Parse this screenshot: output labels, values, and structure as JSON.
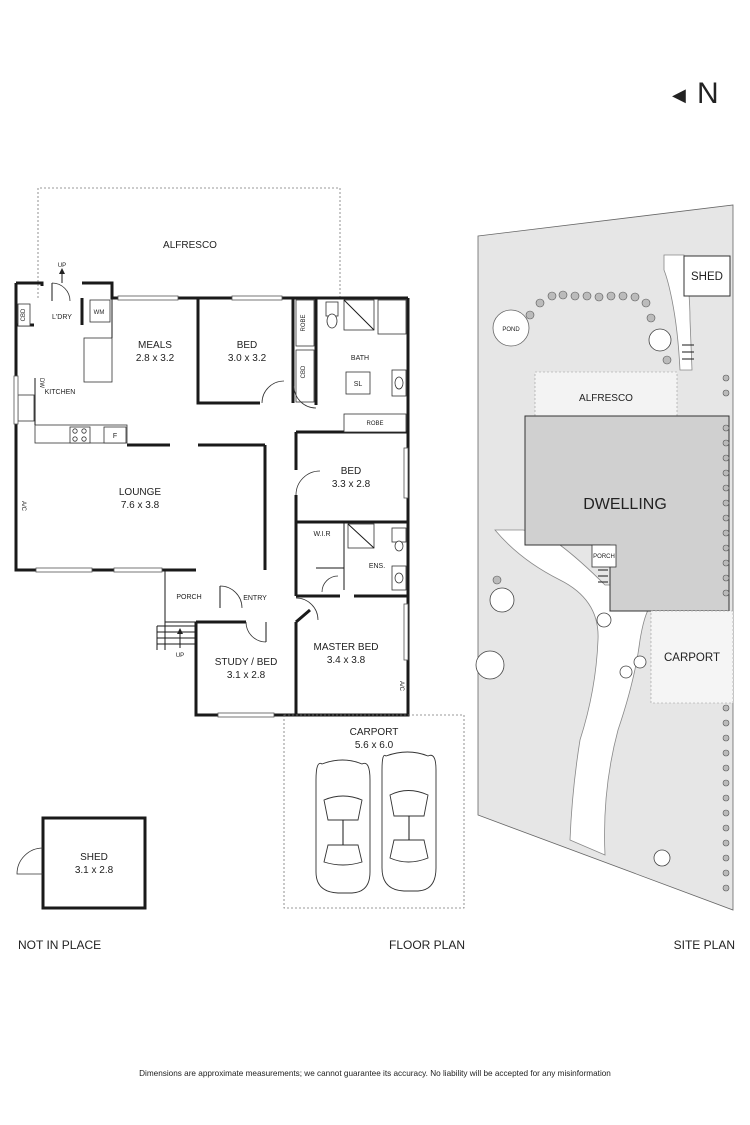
{
  "compass": {
    "arrow": "◀",
    "letter": "N"
  },
  "floor_plan": {
    "rooms": {
      "alfresco": "ALFRESCO",
      "up_top": "UP",
      "laundry": "L'DRY",
      "wm": "WM",
      "cbd_laundry": "CBD",
      "meals_name": "MEALS",
      "meals_dim": "2.8 x 3.2",
      "kitchen": "KITCHEN",
      "dw": "DW",
      "fridge": "F",
      "bed1_name": "BED",
      "bed1_dim": "3.0 x 3.2",
      "robe1": "ROBE",
      "cbd_hall": "CBD",
      "bath": "BATH",
      "sl": "SL",
      "robe2": "ROBE",
      "bed2_name": "BED",
      "bed2_dim": "3.3 x 2.8",
      "lounge_name": "LOUNGE",
      "lounge_dim": "7.6 x 3.8",
      "ac_lounge": "A/C",
      "wir": "W.I.R",
      "ens": "ENS.",
      "porch": "PORCH",
      "entry": "ENTRY",
      "up_porch": "UP",
      "study_name": "STUDY / BED",
      "study_dim": "3.1 x 2.8",
      "master_name": "MASTER BED",
      "master_dim": "3.4 x 3.8",
      "ac_master": "A/C",
      "carport_name": "CARPORT",
      "carport_dim": "5.6 x 6.0",
      "shed_name": "SHED",
      "shed_dim": "3.1 x 2.8"
    }
  },
  "site_plan": {
    "shed": "SHED",
    "pond": "POND",
    "alfresco": "ALFRESCO",
    "dwelling": "DWELLING",
    "porch": "PORCH",
    "carport": "CARPORT"
  },
  "captions": {
    "not_in_place": "NOT IN PLACE",
    "floor_plan": "FLOOR PLAN",
    "site_plan": "SITE PLAN"
  },
  "disclaimer": "Dimensions are approximate measurements; we cannot guarantee its accuracy. No liability will be accepted for any misinformation"
}
